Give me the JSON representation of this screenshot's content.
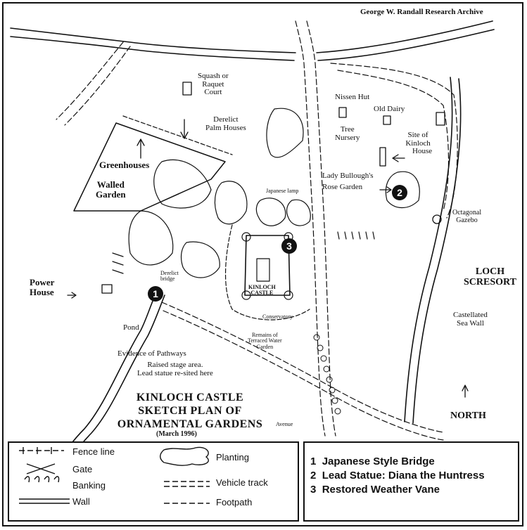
{
  "credit": "George W. Randall Research Archive",
  "labels": {
    "squash": "Squash or",
    "squash2": "Raquet",
    "squash3": "Court",
    "palm1": "Derelict",
    "palm2": "Palm Houses",
    "nissen": "Nissen Hut",
    "dairy": "Old Dairy",
    "tree1": "Tree",
    "tree2": "Nursery",
    "site1": "Site of",
    "site2": "Kinloch",
    "site3": "House",
    "greenhouses": "Greenhouses",
    "walled1": "Walled",
    "walled2": "Garden",
    "lady1": "Lady Bullough's",
    "lady2": "Rose Garden",
    "jlamp": "Japanese lamp",
    "gazebo1": "Octagonal",
    "gazebo2": "Gazebo",
    "power1": "Power",
    "power2": "House",
    "bridge1": "Derelict",
    "bridge2": "bridge",
    "castle1": "KINLOCH",
    "castle2": "CASTLE",
    "conservatory": "Conservatory",
    "loch1": "LOCH",
    "loch2": "SCRESORT",
    "seawall1": "Castellated",
    "seawall2": "Sea Wall",
    "pond": "Pond",
    "terrace1": "Remains of",
    "terrace2": "Terraced Water",
    "terrace3": "Garden",
    "evidence": "Evidence of Pathways",
    "stage1": "Raised stage area.",
    "stage2": "Lead statue re-sited here",
    "avenue": "Avenue",
    "north": "NORTH"
  },
  "title": {
    "line1": "KINLOCH CASTLE",
    "line2": "SKETCH PLAN OF",
    "line3": "ORNAMENTAL GARDENS",
    "date": "(March 1996)"
  },
  "markers": [
    "1",
    "2",
    "3"
  ],
  "legend": {
    "fence": "Fence line",
    "gate": "Gate",
    "banking": "Banking",
    "wall": "Wall",
    "planting": "Planting",
    "vehicle": "Vehicle track",
    "footpath": "Footpath"
  },
  "key": [
    {
      "num": "1",
      "text": "Japanese Style Bridge"
    },
    {
      "num": "2",
      "text": "Lead Statue: Diana the Huntress"
    },
    {
      "num": "3",
      "text": "Restored Weather Vane"
    }
  ]
}
